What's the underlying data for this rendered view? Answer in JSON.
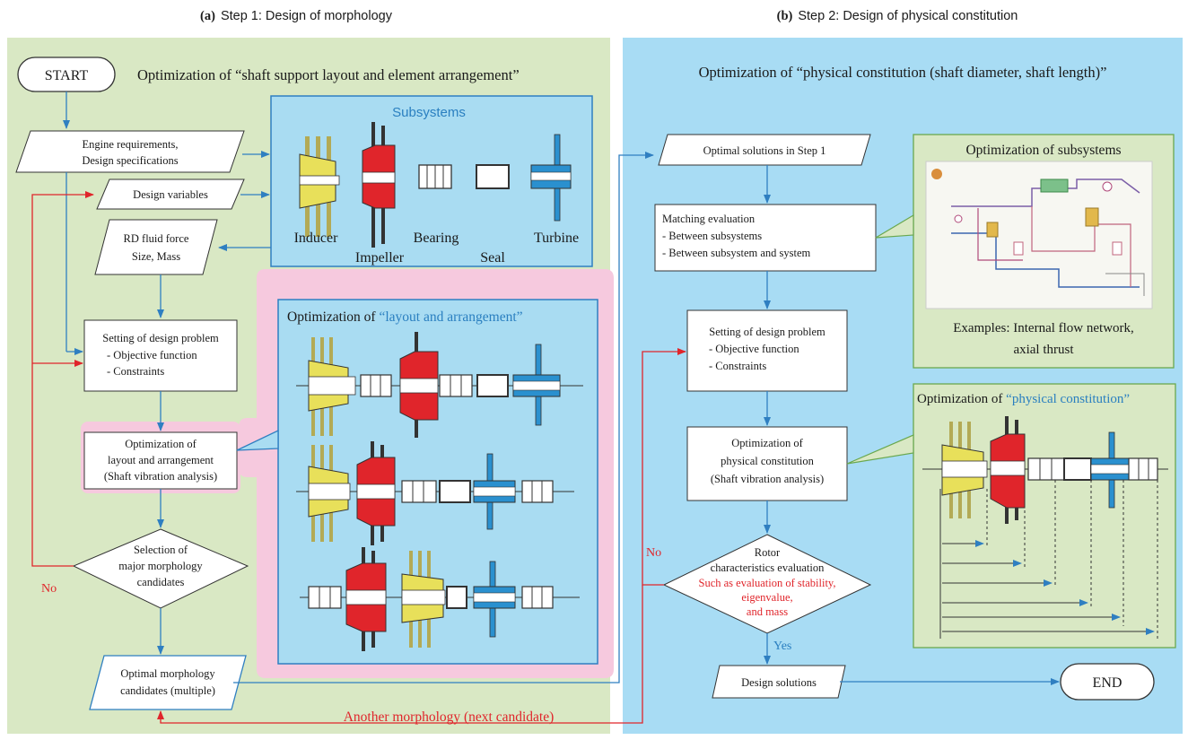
{
  "headers": {
    "step1_tag": "(a)",
    "step1_title": "Step 1: Design of morphology",
    "step2_tag": "(b)",
    "step2_title": "Step 2: Design of physical constitution"
  },
  "colors": {
    "step1_panel": "#d9e8c4",
    "step2_panel": "#a8dcf4",
    "sub_box": "#a9dcf2",
    "pink": "#f6c9de",
    "arrow_blue": "#2f7fc1",
    "arrow_red": "#e0252b",
    "inducer": "#e8e05a",
    "impeller": "#e0252b",
    "turbine": "#2a90cf"
  },
  "step1": {
    "start": "START",
    "heading": "Optimization of “shaft support layout and element arrangement”",
    "engine_req": [
      "Engine requirements,",
      "Design specifications"
    ],
    "design_vars": "Design variables",
    "rd_fluid": [
      "RD fluid force",
      "Size, Mass"
    ],
    "setting": [
      "Setting of design problem",
      "- Objective function",
      "- Constraints"
    ],
    "optimization": [
      "Optimization of",
      "layout and arrangement",
      "(Shaft vibration analysis)"
    ],
    "selection": [
      "Selection of",
      "major morphology",
      "candidates"
    ],
    "no_label": "No",
    "optimal": [
      "Optimal morphology",
      "candidates (multiple)"
    ],
    "subsystems_title": "Subsystems",
    "subsystem_labels": {
      "inducer": "Inducer",
      "impeller": "Impeller",
      "bearing": "Bearing",
      "seal": "Seal",
      "turbine": "Turbine"
    },
    "layout_title_prefix": "Optimization of ",
    "layout_title_quote": "“layout and arrangement”"
  },
  "step2": {
    "heading": "Optimization of “physical constitution (shaft diameter, shaft length)”",
    "optimal_step1": "Optimal solutions in Step 1",
    "matching": [
      "Matching evaluation",
      "- Between subsystems",
      "- Between subsystem and system"
    ],
    "setting": [
      "Setting of design problem",
      "- Objective function",
      "- Constraints"
    ],
    "optimization": [
      "Optimization of",
      "physical constitution",
      "(Shaft vibration analysis)"
    ],
    "rotor": [
      "Rotor",
      "characteristics evaluation"
    ],
    "rotor_red": [
      "Such as evaluation of stability,",
      "eigenvalue,",
      "and mass"
    ],
    "no_label": "No",
    "yes_label": "Yes",
    "design_solutions": "Design solutions",
    "end": "END",
    "subsys_opt_title": "Optimization of subsystems",
    "subsys_opt_caption": [
      "Examples: Internal flow network,",
      "axial thrust"
    ],
    "phys_title_prefix": "Optimization of ",
    "phys_title_quote": "“physical constitution”"
  },
  "loop_label": "Another morphology (next candidate)"
}
